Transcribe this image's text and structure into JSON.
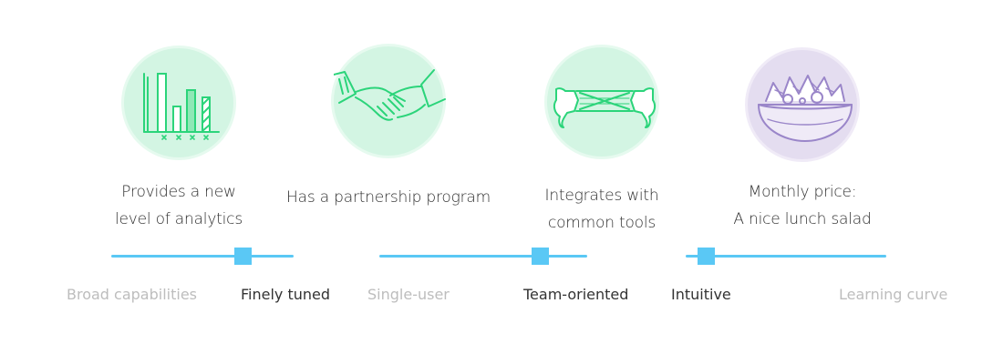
{
  "features": [
    {
      "name": "analytics",
      "caption_lines": [
        "Provides a new",
        "level of analytics"
      ],
      "icon": "bar-chart-icon"
    },
    {
      "name": "partnership",
      "caption_lines": [
        "Has a partnership program"
      ],
      "icon": "handshake-icon"
    },
    {
      "name": "integrations",
      "caption_lines": [
        "Integrates with",
        "common tools"
      ],
      "icon": "hands-connecting-icon"
    },
    {
      "name": "price",
      "caption_lines": [
        "Monthly price:",
        "A nice lunch salad"
      ],
      "icon": "salad-bowl-icon"
    }
  ],
  "sliders": [
    {
      "name": "capabilities",
      "left_label": "Broad capabilities",
      "right_label": "Finely tuned",
      "value_fraction": 0.72,
      "active": "right"
    },
    {
      "name": "team",
      "left_label": "Single-user",
      "right_label": "Team-oriented",
      "value_fraction": 0.77,
      "active": "right"
    },
    {
      "name": "learning",
      "left_label": "Intuitive",
      "right_label": "Learning curve",
      "value_fraction": 0.1,
      "active": "left"
    }
  ],
  "colors": {
    "accent": "#5ac8f5",
    "icon_green_bg": "#d3f5e3",
    "icon_green_stroke": "#2bd47a",
    "icon_purple_bg": "#e4ddf0",
    "icon_purple_stroke": "#9a86c9",
    "text_active": "#333333",
    "text_dim": "#bdbdbd"
  }
}
